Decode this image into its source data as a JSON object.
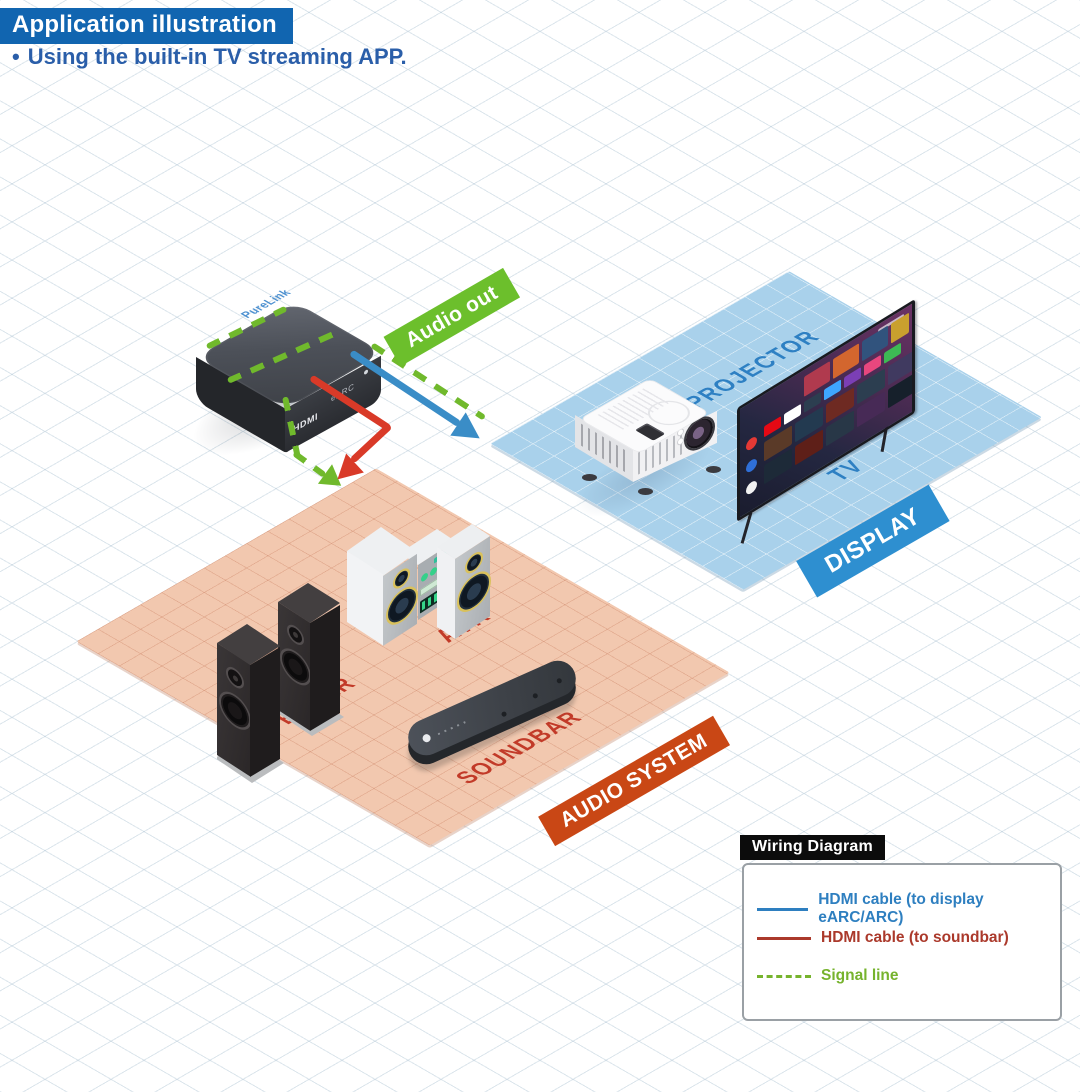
{
  "header": {
    "title": "Application illustration",
    "bullet_glyph": "•",
    "bullet": "Using the built-in TV streaming APP."
  },
  "device": {
    "brand": "PureLink",
    "label_hdmi": "HDMI",
    "label_earc": "eARC"
  },
  "flow": {
    "audio_out": "Audio out"
  },
  "display_zone": {
    "projector_label": "PROJECTOR",
    "tv_label": "TV",
    "banner": "DISPLAY"
  },
  "audio_zone": {
    "speaker_label": "SPEAKER",
    "avr_label": "AVR",
    "soundbar_label": "SOUNDBAR",
    "banner": "AUDIO SYSTEM"
  },
  "legend": {
    "title": "Wiring Diagram",
    "items": [
      {
        "label": "HDMI cable (to display eARC/ARC)",
        "color": "#2e7fc0",
        "line_style": "solid"
      },
      {
        "label": "HDMI cable (to soundbar)",
        "color": "#ab392b",
        "line_style": "solid"
      },
      {
        "label": "Signal line",
        "color": "#76b32d",
        "line_style": "dashed"
      }
    ]
  },
  "colors": {
    "header_bar": "#1165b0",
    "header_text": "#2a5ea9",
    "display_floor": "#a9d1eb",
    "audio_floor": "#f2c8af",
    "signal_green": "#70b92c",
    "arrow_blue": "#3a8dc7",
    "arrow_red": "#d93a28",
    "zone_label_blue": "#2e80c3",
    "zone_label_red": "#c23a28",
    "display_banner": "#2e8fd0",
    "audio_system_banner": "#c94715",
    "audio_out_banner": "#6cbf2c"
  }
}
